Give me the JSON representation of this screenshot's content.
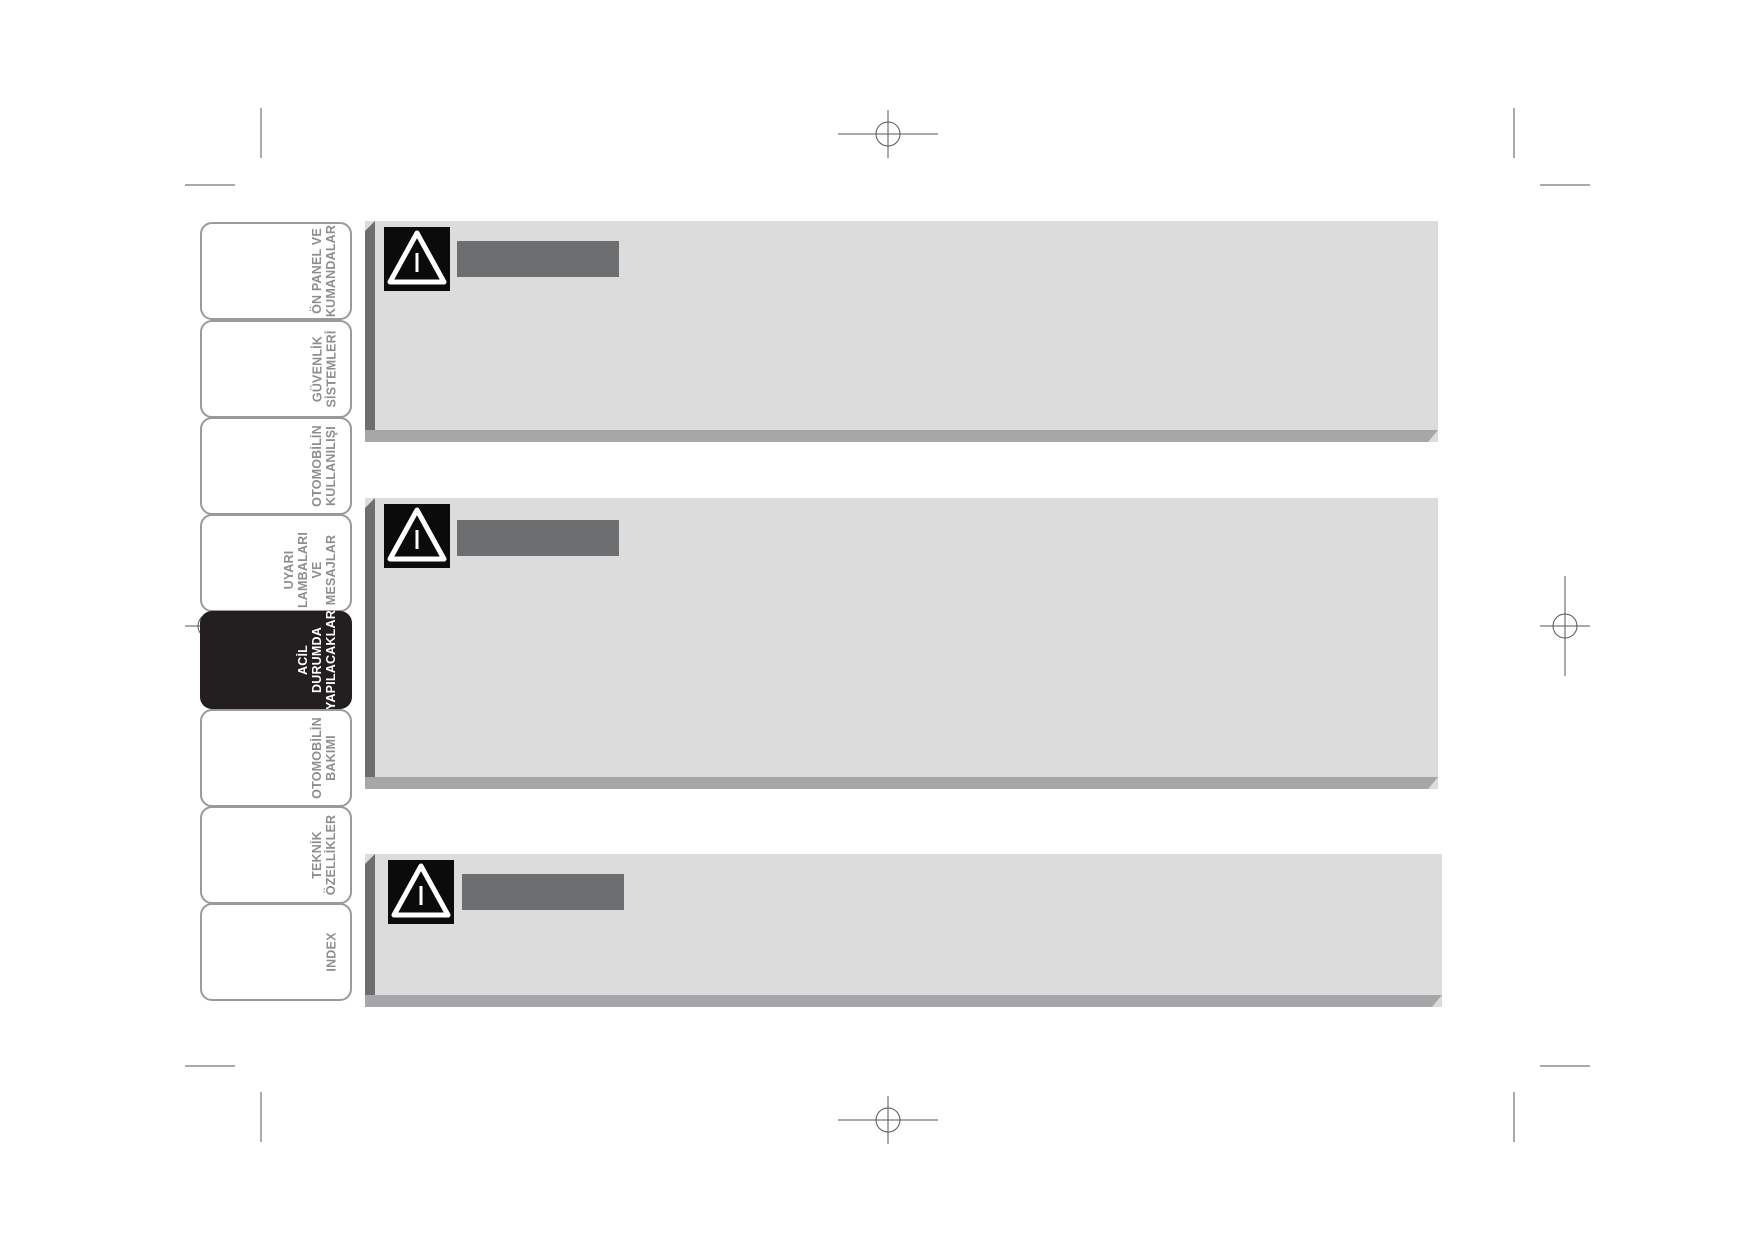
{
  "tabs": [
    {
      "label": "ÖN PANEL VE\nKUMANDALAR",
      "active": false
    },
    {
      "label": "GÜVENLİK\nSİSTEMLERİ",
      "active": false
    },
    {
      "label": "OTOMOBİLİN\nKULLANILIŞI",
      "active": false
    },
    {
      "label": "UYARI\nLAMBALARI VE\nMESAJLAR",
      "active": false
    },
    {
      "label": "ACİL\nDURUMDA\nYAPILACAKLAR",
      "active": true
    },
    {
      "label": "OTOMOBİLİN\nBAKIMI",
      "active": false
    },
    {
      "label": "TEKNİK\nÖZELLİKLER",
      "active": false
    },
    {
      "label": "INDEX",
      "active": false
    }
  ],
  "warning_boxes": [
    {
      "icon": "warning-triangle-icon",
      "title": ""
    },
    {
      "icon": "warning-triangle-icon",
      "title": ""
    },
    {
      "icon": "warning-triangle-icon",
      "title": ""
    }
  ],
  "colors": {
    "panel": "#dcdcdd",
    "panel_edge": "#6e6e70",
    "panel_bottom": "#a7a7a9",
    "title_bar": "#6d6e70",
    "active_tab": "#231f20",
    "tab_text": "#8e8e8e"
  }
}
